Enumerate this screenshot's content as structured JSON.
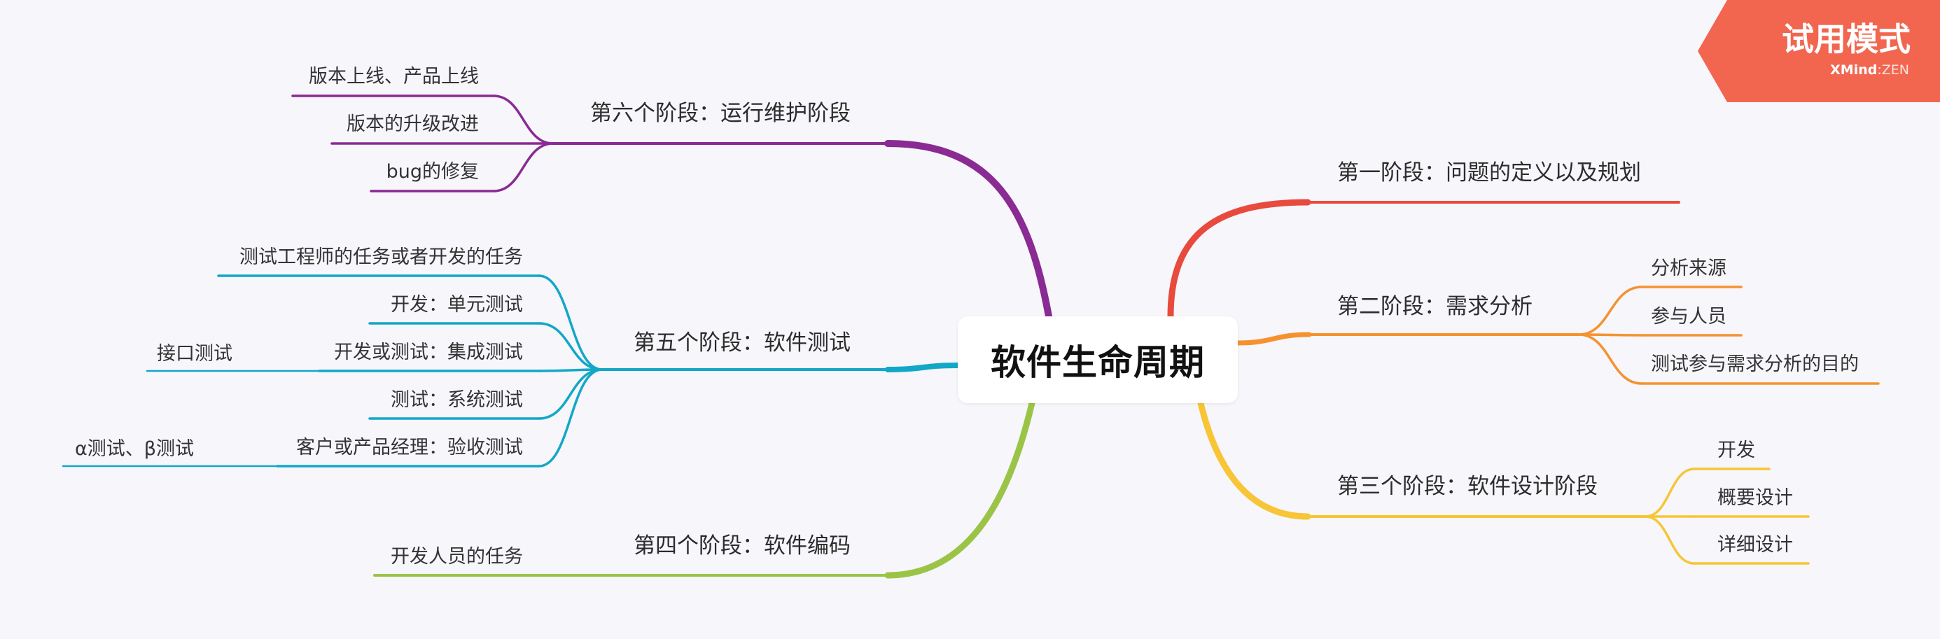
{
  "center": {
    "title": "软件生命周期"
  },
  "trial_badge": {
    "title": "试用模式",
    "brand": "XMind",
    "edition": "ZEN",
    "color": "#f26650"
  },
  "stages": [
    {
      "id": "s1",
      "label": "第一阶段：问题的定义以及规划",
      "color": "#e84a3d",
      "children": []
    },
    {
      "id": "s2",
      "label": "第二阶段：需求分析",
      "color": "#f5922f",
      "children": [
        {
          "label": "分析来源",
          "children": []
        },
        {
          "label": "参与人员",
          "children": []
        },
        {
          "label": "测试参与需求分析的目的",
          "children": []
        }
      ]
    },
    {
      "id": "s3",
      "label": "第三个阶段：软件设计阶段",
      "color": "#f7c535",
      "children": [
        {
          "label": "开发",
          "children": []
        },
        {
          "label": "概要设计",
          "children": []
        },
        {
          "label": "详细设计",
          "children": []
        }
      ]
    },
    {
      "id": "s4",
      "label": "第四个阶段：软件编码",
      "color": "#9bc447",
      "children": [
        {
          "label": "开发人员的任务",
          "children": []
        }
      ]
    },
    {
      "id": "s5",
      "label": "第五个阶段：软件测试",
      "color": "#13a7c7",
      "children": [
        {
          "label": "测试工程师的任务或者开发的任务",
          "children": []
        },
        {
          "label": "开发：单元测试",
          "children": []
        },
        {
          "label": "开发或测试：集成测试",
          "children": [
            {
              "label": "接口测试"
            }
          ]
        },
        {
          "label": "测试：系统测试",
          "children": []
        },
        {
          "label": "客户或产品经理：验收测试",
          "children": [
            {
              "label": "α测试、β测试"
            }
          ]
        }
      ]
    },
    {
      "id": "s6",
      "label": "第六个阶段：运行维护阶段",
      "color": "#8a2a93",
      "children": [
        {
          "label": "版本上线、产品上线",
          "children": []
        },
        {
          "label": "版本的升级改进",
          "children": []
        },
        {
          "label": "bug的修复",
          "children": []
        }
      ]
    }
  ]
}
